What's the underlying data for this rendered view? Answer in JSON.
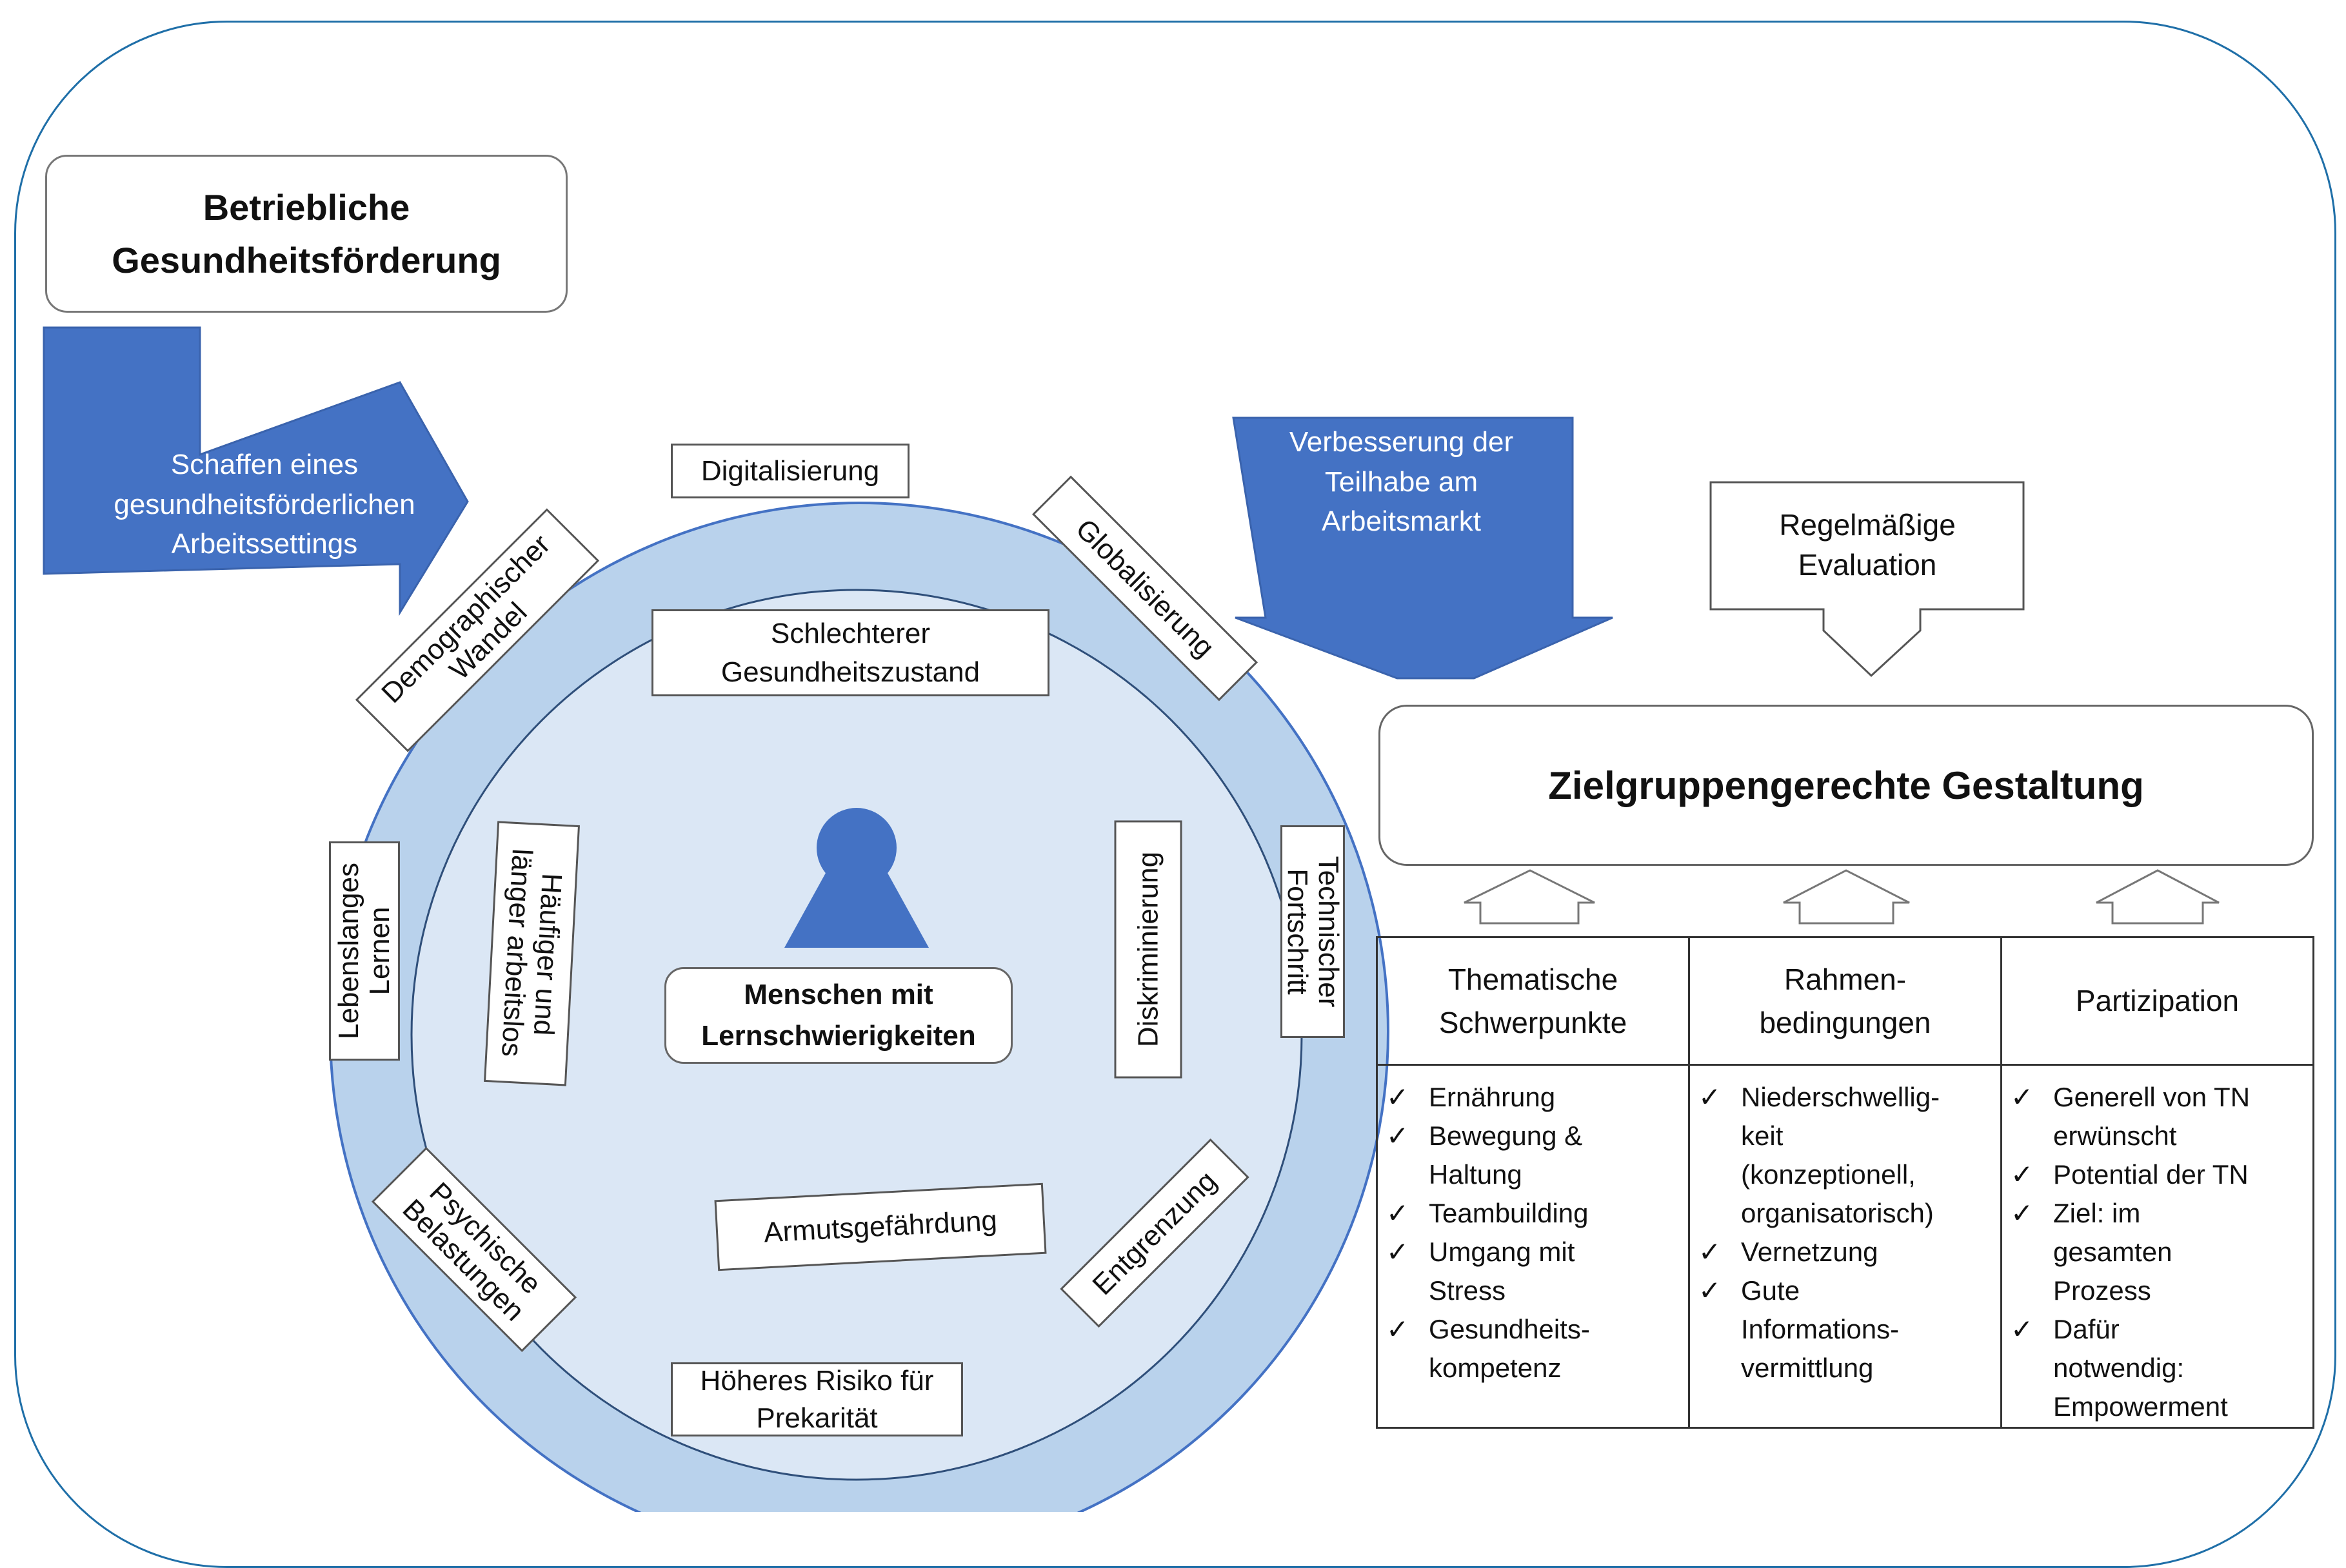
{
  "title": "Betriebliche\nGesundheitsförderung",
  "arrow_left": "Schaffen eines\ngesundheitsförderlichen\nArbeitssettings",
  "arrow_down": "Verbesserung der\nTeilhabe am\nArbeitsmarkt",
  "evaluation": "Regelmäßige\nEvaluation",
  "main_box": "Zielgruppengerechte Gestaltung",
  "center": "Menschen mit\nLernschwierigkeiten",
  "outer_factors": {
    "digitalisierung": "Digitalisierung",
    "globalisierung": "Globalisierung",
    "technischer_fortschritt": "Technischer\nFortschritt",
    "entgrenzung": "Entgrenzung",
    "prekaritaet": "Höheres Risiko für\nPrekarität",
    "psychische": "Psychische\nBelastungen",
    "lebenslanges": "Lebenslanges\nLernen",
    "demographischer": "Demographischer\nWandel"
  },
  "inner_factors": {
    "gesundheit": "Schlechterer\nGesundheitszustand",
    "diskriminierung": "Diskriminierung",
    "armut": "Armutsgefährdung",
    "arbeitslos": "Häufiger und\nlänger arbeitslos"
  },
  "columns": [
    {
      "header": "Thematische\nSchwerpunkte",
      "items": [
        "Ernährung",
        "Bewegung &\nHaltung",
        "Teambuilding",
        "Umgang mit\nStress",
        "Gesundheits-\nkompetenz"
      ]
    },
    {
      "header": "Rahmen-\nbedingungen",
      "items": [
        "Niederschwellig-\nkeit\n(konzeptionell,\norganisatorisch)",
        "Vernetzung",
        "Gute\nInformations-\nvermittlung"
      ]
    },
    {
      "header": "Partizipation",
      "items": [
        "Generell von TN\nerwünscht",
        "Potential der TN",
        "Ziel: im\ngesamten\nProzess",
        "Dafür\nnotwendig:\nEmpowerment"
      ]
    }
  ],
  "check_mark": "✓",
  "colors": {
    "arrow_blue": "#4472c4",
    "ring_outer": "#b9d2ec",
    "ring_inner": "#dbe7f5",
    "ring_stroke": "#4472c4",
    "frame": "#1f6fa8"
  }
}
